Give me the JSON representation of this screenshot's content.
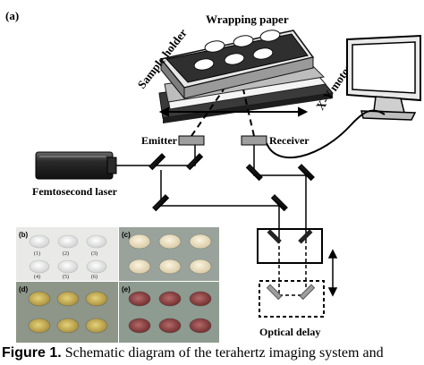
{
  "figure": {
    "panel_a_label": "(a)",
    "wrapping_paper_label": "Wrapping paper",
    "sample_holder_label": "Sample holder",
    "stage_label": "X-Y motor stage",
    "emitter_label": "Emitter",
    "receiver_label": "Receiver",
    "laser_label": "Femtosecond laser",
    "delay_label": "Optical delay",
    "photos": [
      {
        "label": "(b)",
        "well_labels": [
          "(1)",
          "(2)",
          "(3)",
          "(4)",
          "(5)",
          "(6)"
        ]
      },
      {
        "label": "(c)"
      },
      {
        "label": "(d)"
      },
      {
        "label": "(e)"
      }
    ]
  },
  "caption": {
    "prefix": "Figure 1.",
    "text": "Schematic diagram of the terahertz imaging system and"
  }
}
